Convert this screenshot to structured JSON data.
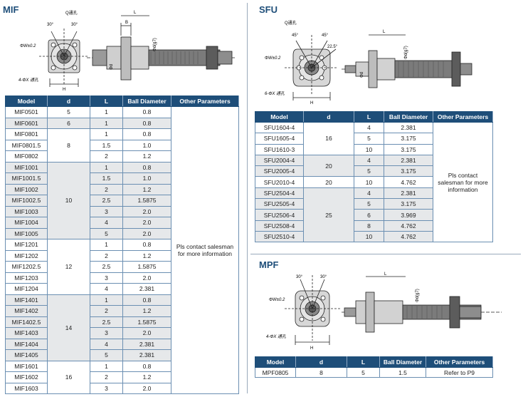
{
  "mif": {
    "title": "MIF",
    "drawing_labels": {
      "hole": "Q通孔",
      "angle1": "30°",
      "angle2": "30°",
      "pcd": "ΦW±0.2",
      "holes": "4-ΦX 通孔",
      "h": "H",
      "b": "B",
      "l": "L",
      "dg": "Φd(g7)",
      "d1": "Φd"
    },
    "headers": [
      "Model",
      "d",
      "L",
      "Ball Diameter",
      "Other Parameters"
    ],
    "other_parameters": "Pls contact salesman for more information",
    "rows": [
      {
        "model": "MIF0501",
        "L": "1",
        "ball": "0.8"
      },
      {
        "model": "MIF0601",
        "L": "1",
        "ball": "0.8"
      },
      {
        "model": "MIF0801",
        "L": "1",
        "ball": "0.8"
      },
      {
        "model": "MIF0801.5",
        "L": "1.5",
        "ball": "1.0"
      },
      {
        "model": "MIF0802",
        "L": "2",
        "ball": "1.2"
      },
      {
        "model": "MIF1001",
        "L": "1",
        "ball": "0.8"
      },
      {
        "model": "MIF1001.5",
        "L": "1.5",
        "ball": "1.0"
      },
      {
        "model": "MIF1002",
        "L": "2",
        "ball": "1.2"
      },
      {
        "model": "MIF1002.5",
        "L": "2.5",
        "ball": "1.5875"
      },
      {
        "model": "MIF1003",
        "L": "3",
        "ball": "2.0"
      },
      {
        "model": "MIF1004",
        "L": "4",
        "ball": "2.0"
      },
      {
        "model": "MIF1005",
        "L": "5",
        "ball": "2.0"
      },
      {
        "model": "MIF1201",
        "L": "1",
        "ball": "0.8"
      },
      {
        "model": "MIF1202",
        "L": "2",
        "ball": "1.2"
      },
      {
        "model": "MIF1202.5",
        "L": "2.5",
        "ball": "1.5875"
      },
      {
        "model": "MIF1203",
        "L": "3",
        "ball": "2.0"
      },
      {
        "model": "MIF1204",
        "L": "4",
        "ball": "2.381"
      },
      {
        "model": "MIF1401",
        "L": "1",
        "ball": "0.8"
      },
      {
        "model": "MIF1402",
        "L": "2",
        "ball": "1.2"
      },
      {
        "model": "MIF1402.5",
        "L": "2.5",
        "ball": "1.5875"
      },
      {
        "model": "MIF1403",
        "L": "3",
        "ball": "2.0"
      },
      {
        "model": "MIF1404",
        "L": "4",
        "ball": "2.381"
      },
      {
        "model": "MIF1405",
        "L": "5",
        "ball": "2.381"
      },
      {
        "model": "MIF1601",
        "L": "1",
        "ball": "0.8"
      },
      {
        "model": "MIF1602",
        "L": "2",
        "ball": "1.2"
      },
      {
        "model": "MIF1603",
        "L": "3",
        "ball": "2.0"
      }
    ],
    "d_groups": [
      {
        "d": "5",
        "span": 1
      },
      {
        "d": "6",
        "span": 1
      },
      {
        "d": "8",
        "span": 3
      },
      {
        "d": "10",
        "span": 7
      },
      {
        "d": "12",
        "span": 5
      },
      {
        "d": "14",
        "span": 6
      },
      {
        "d": "16",
        "span": 3
      }
    ]
  },
  "sfu": {
    "title": "SFU",
    "drawing_labels": {
      "hole": "Q通孔",
      "angle1": "45°",
      "angle2": "45°",
      "angle3": "22.5°",
      "pcd": "ΦW±0.2",
      "holes": "6-ΦX 通孔",
      "h": "H",
      "l": "L",
      "dg": "Φd(g7)",
      "d1": "Φd"
    },
    "headers": [
      "Model",
      "d",
      "L",
      "Ball Diameter",
      "Other Parameters"
    ],
    "other_parameters": "Pls contact salesman for more information",
    "rows": [
      {
        "model": "SFU1604-4",
        "L": "4",
        "ball": "2.381"
      },
      {
        "model": "SFU1605-4",
        "L": "5",
        "ball": "3.175"
      },
      {
        "model": "SFU1610-3",
        "L": "10",
        "ball": "3.175"
      },
      {
        "model": "SFU2004-4",
        "L": "4",
        "ball": "2.381"
      },
      {
        "model": "SFU2005-4",
        "L": "5",
        "ball": "3.175"
      },
      {
        "model": "SFU2010-4",
        "L": "10",
        "ball": "4.762"
      },
      {
        "model": "SFU2504-4",
        "L": "4",
        "ball": "2.381"
      },
      {
        "model": "SFU2505-4",
        "L": "5",
        "ball": "3.175"
      },
      {
        "model": "SFU2506-4",
        "L": "6",
        "ball": "3.969"
      },
      {
        "model": "SFU2508-4",
        "L": "8",
        "ball": "4.762"
      },
      {
        "model": "SFU2510-4",
        "L": "10",
        "ball": "4.762"
      }
    ],
    "d_groups": [
      {
        "d": "16",
        "span": 3
      },
      {
        "d": "20",
        "span": 2
      },
      {
        "d": "20",
        "span": 1
      },
      {
        "d": "25",
        "span": 5
      }
    ]
  },
  "mpf": {
    "title": "MPF",
    "drawing_labels": {
      "angle1": "30°",
      "angle2": "30°",
      "pcd": "ΦW±0.2",
      "holes": "4-ΦX 通孔",
      "h": "H",
      "l": "L",
      "dg": "Φd(g7)"
    },
    "headers": [
      "Model",
      "d",
      "L",
      "Ball Diameter",
      "Other Parameters"
    ],
    "rows": [
      {
        "model": "MPF0805",
        "d": "8",
        "L": "5",
        "ball": "1.5",
        "other": "Refer to P9"
      }
    ]
  }
}
